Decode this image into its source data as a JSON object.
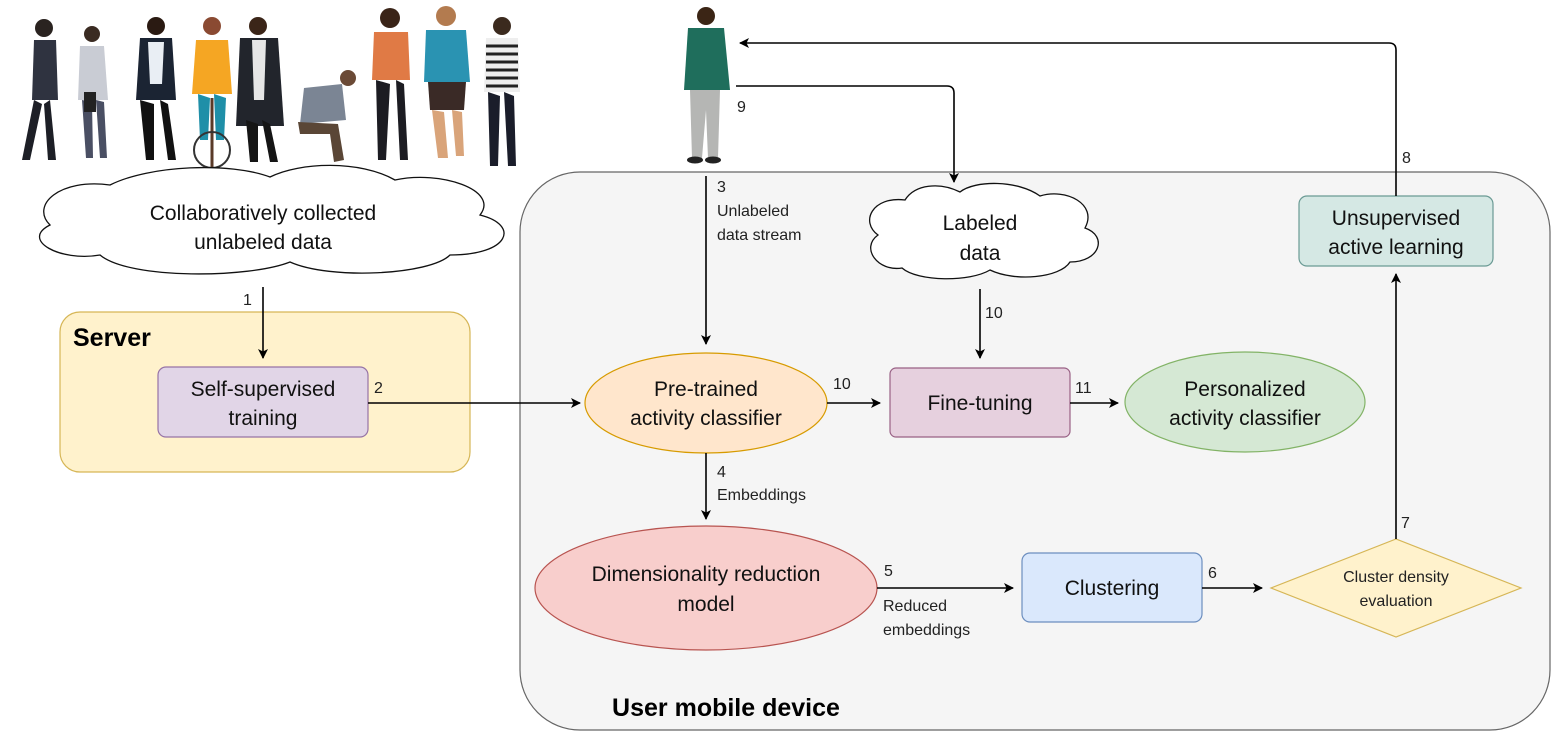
{
  "containers": {
    "server": "Server",
    "device": "User mobile device"
  },
  "nodes": {
    "cloud_collected_l1": "Collaboratively collected",
    "cloud_collected_l2": "unlabeled data",
    "self_supervised_l1": "Self-supervised",
    "self_supervised_l2": "training",
    "pretrained_l1": "Pre-trained",
    "pretrained_l2": "activity classifier",
    "labeled_l1": "Labeled",
    "labeled_l2": "data",
    "finetuning": "Fine-tuning",
    "personalized_l1": "Personalized",
    "personalized_l2": "activity classifier",
    "dimred_l1": "Dimensionality reduction",
    "dimred_l2": "model",
    "clustering": "Clustering",
    "density_l1": "Cluster density",
    "density_l2": "evaluation",
    "ual_l1": "Unsupervised",
    "ual_l2": "active learning"
  },
  "edges": {
    "e1": "1",
    "e2": "2",
    "e3": "3",
    "e3_l1": "Unlabeled",
    "e3_l2": "data stream",
    "e4": "4",
    "e4_l1": "Embeddings",
    "e5": "5",
    "e5_l1": "Reduced",
    "e5_l2": "embeddings",
    "e6": "6",
    "e7": "7",
    "e8": "8",
    "e9": "9",
    "e10a": "10",
    "e10b": "10",
    "e11": "11"
  },
  "colors": {
    "server_fill": "#fff2cc",
    "server_stroke": "#d6b656",
    "device_fill": "#f5f5f5",
    "device_stroke": "#666666",
    "self_supervised_fill": "#e1d5e7",
    "self_supervised_stroke": "#9673a6",
    "pretrained_fill": "#ffe6cc",
    "pretrained_stroke": "#d79b00",
    "finetuning_fill": "#e6d0de",
    "finetuning_stroke": "#996185",
    "personalized_fill": "#d5e8d4",
    "personalized_stroke": "#82b366",
    "dimred_fill": "#f8cecc",
    "dimred_stroke": "#b85450",
    "clustering_fill": "#dae8fc",
    "clustering_stroke": "#6c8ebf",
    "density_fill": "#fff2cc",
    "density_stroke": "#d6b656",
    "ual_fill": "#d5e8e4",
    "ual_stroke": "#6a9a94"
  },
  "figures": [
    "person-walking",
    "person-phone",
    "person-hands-pockets",
    "person-cyclist",
    "person-suit",
    "person-crouching",
    "person-orange-top",
    "person-running",
    "person-striped-shirt",
    "user-person"
  ]
}
